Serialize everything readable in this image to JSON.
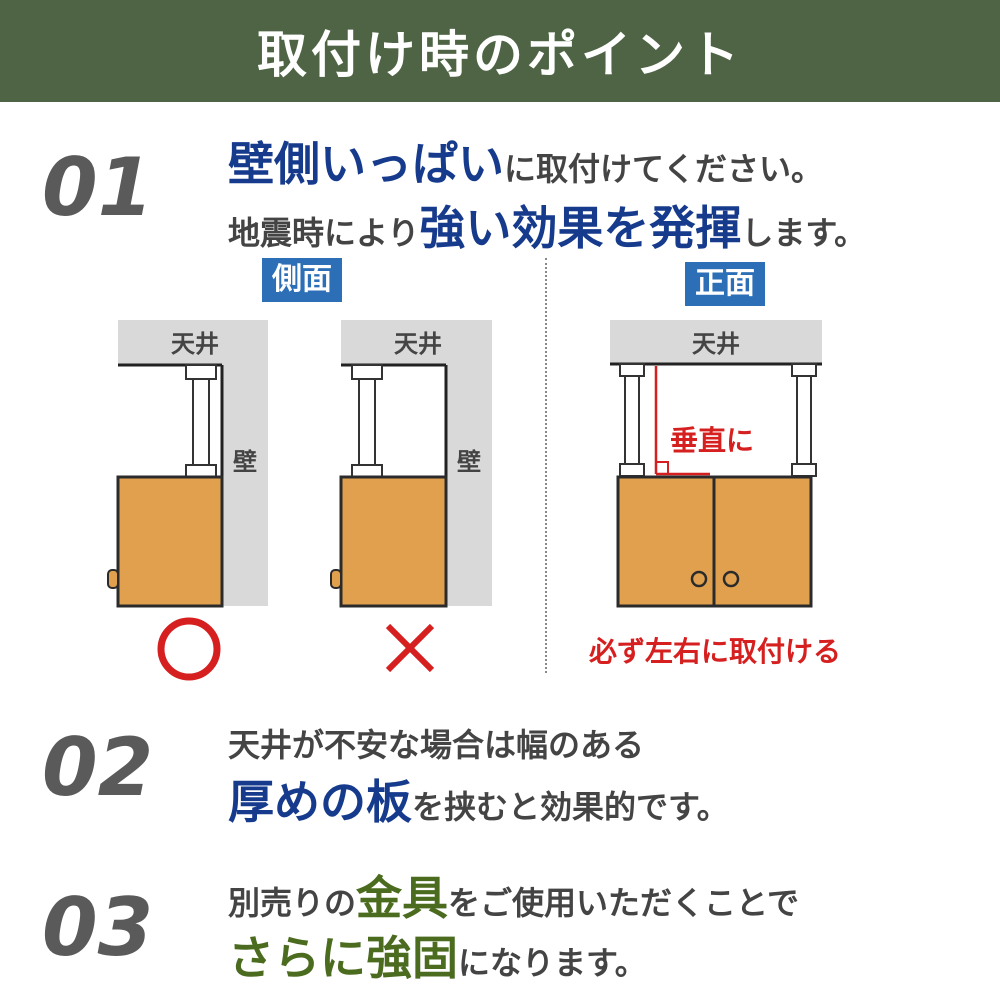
{
  "header": {
    "title": "取付け時のポイント"
  },
  "point1": {
    "number": "01",
    "line1_strong": "壁側いっぱい",
    "line1_rest": "に取付けてください。",
    "line2_pre": "地震時により",
    "line2_strong": "強い効果を発揮",
    "line2_rest": "します。"
  },
  "diagram": {
    "side_tag": "側面",
    "front_tag": "正面",
    "ceiling": "天井",
    "wall": "壁",
    "vertical_note": "垂直に",
    "front_caption": "必ず左右に取付ける",
    "good_mark": "○",
    "bad_mark": "×",
    "colors": {
      "cabinet": "#e0a04e",
      "cabinet_edge": "#2b2b2b",
      "ceiling": "#d9d9d9",
      "red": "#d62020"
    }
  },
  "point2": {
    "number": "02",
    "line1": "天井が不安な場合は幅のある",
    "line2_strong": "厚めの板",
    "line2_rest": "を挟むと効果的です。"
  },
  "point3": {
    "number": "03",
    "line1_pre": "別売りの",
    "line1_strong": "金具",
    "line1_rest": "をご使用いただくことで",
    "line2_strong": "さらに強固",
    "line2_rest": "になります。"
  },
  "colors": {
    "header_bg": "#4e6445",
    "blue": "#163b8c",
    "green": "#4b6b1f",
    "tag": "#2d6fb7"
  }
}
